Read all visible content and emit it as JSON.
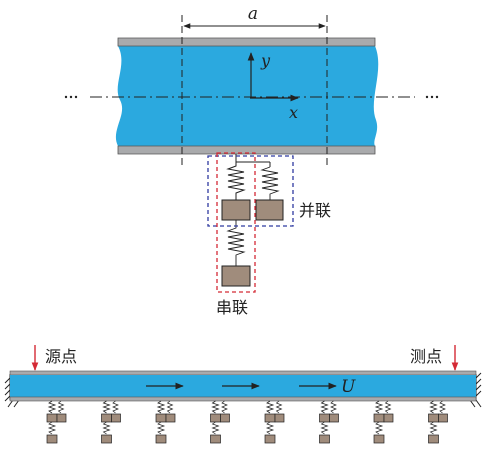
{
  "labels": {
    "period": "a",
    "axis_x": "x",
    "axis_y": "y",
    "parallel": "并联",
    "series": "串联",
    "source_point": "源点",
    "measure_point": "测点",
    "flow_velocity": "U"
  },
  "colors": {
    "fluid": "#2ba9df",
    "wall": "#a9aaac",
    "wall_edge": "#555555",
    "mass": "#a08c7c",
    "parallel_box": "#2f3aa0",
    "series_box": "#d42a35",
    "marker_arrow": "#d42a35",
    "line": "#222222"
  },
  "bottom_beam": {
    "resonator_count": 8,
    "flow_arrow_count": 3
  }
}
